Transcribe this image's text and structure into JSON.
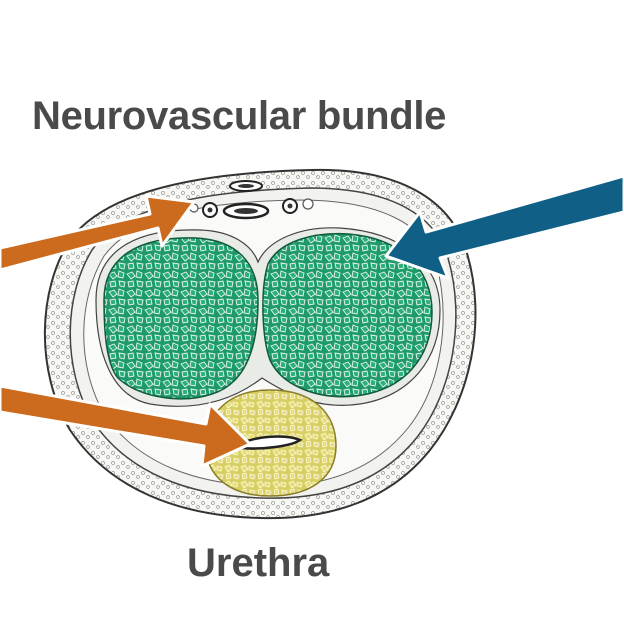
{
  "labels": {
    "neurovascular_bundle": "Neurovascular bundle",
    "urethra": "Urethra"
  },
  "colors": {
    "background": "#ffffff",
    "label_text": "#4a4a4a",
    "corpus_cavernosum": "#1e9a6a",
    "corpus_spongiosum": "#d8cf63",
    "arrow_orange": "#cc6a1e",
    "arrow_blue": "#0f5f86",
    "outline": "#333333"
  },
  "icons": {
    "arrows": [
      "orange-arrow",
      "orange-arrow",
      "blue-arrow"
    ]
  }
}
